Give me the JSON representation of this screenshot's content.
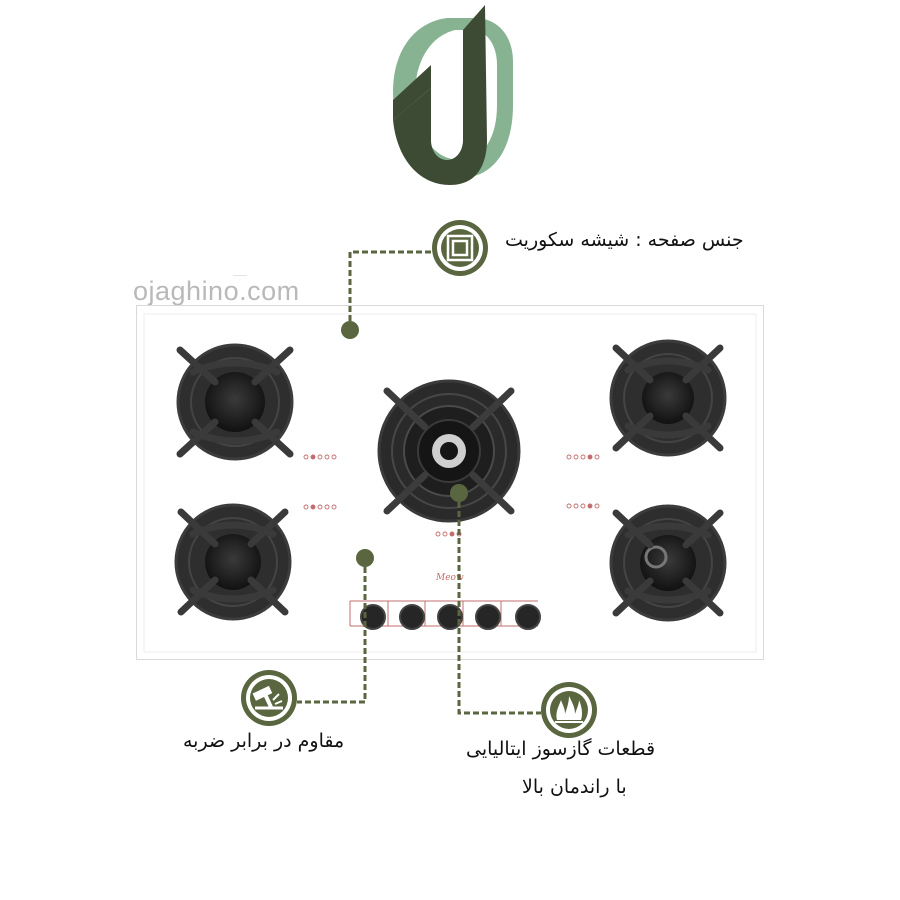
{
  "brand": {
    "logo_icon": "ojaghino-letter-logo",
    "watermark": "ojaghino.com",
    "colors": {
      "dark_green": "#3d4b34",
      "light_green": "#88b392",
      "callout_green": "#59663f",
      "glass_white": "#ffffff",
      "grate_dark": "#2b2b2b"
    }
  },
  "features": {
    "glass": {
      "label": "جنس صفحه : شیشه سکوریت",
      "icon": "layered-squares-icon"
    },
    "impact": {
      "label": "مقاوم در برابر ضربه",
      "icon": "hammer-impact-icon"
    },
    "burners": {
      "line1": "قطعات گازسوز ایتالیایی",
      "line2": "با راندمان بالا",
      "icon": "flame-icon"
    }
  },
  "cooktop": {
    "burner_count": 5,
    "knob_count": 5,
    "brand_mark": "Meow"
  }
}
